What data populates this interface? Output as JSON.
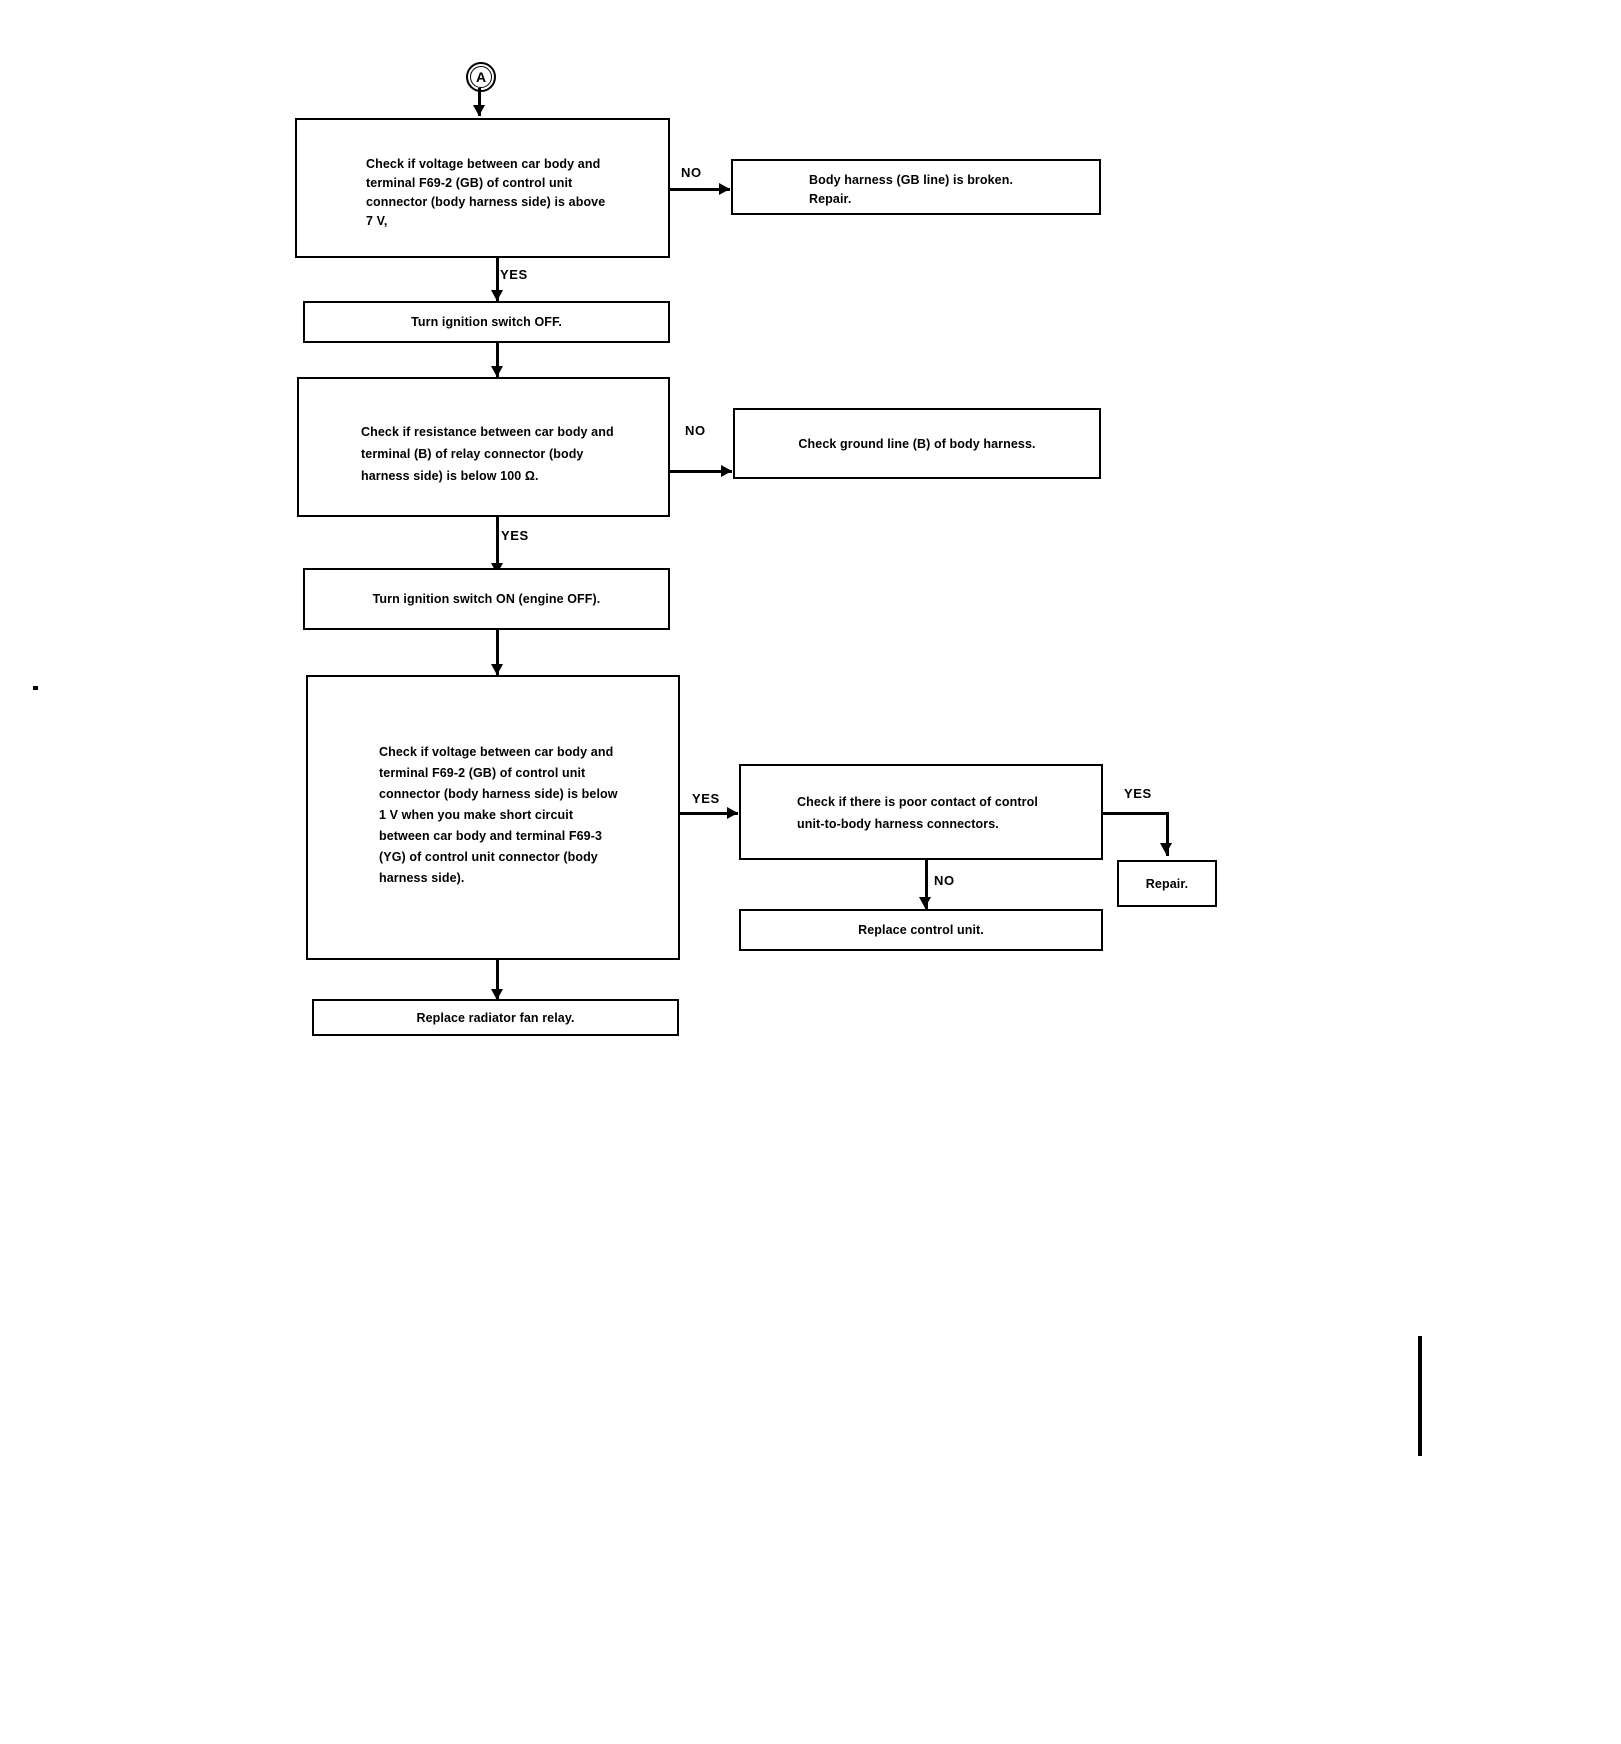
{
  "document": {
    "type": "troubleshooting-flowchart",
    "title": "Radiator fan relay / control unit diagnostic chart"
  },
  "connector_ref": {
    "label": "A",
    "name": "connector-a"
  },
  "nodes": {
    "check_voltage_gb": {
      "text": "Check if voltage between car body and\nterminal F69-2 (GB) of control unit\nconnector (body harness side) is above\n7 V,"
    },
    "harness_broken": {
      "text": "Body harness (GB line) is broken.\nRepair."
    },
    "ignition_off": {
      "text": "Turn ignition switch OFF."
    },
    "check_resistance": {
      "text": "Check if resistance between car body and\nterminal (B) of relay connector (body\nharness side) is below 100 Ω."
    },
    "check_ground_line": {
      "text": "Check ground line (B) of body harness."
    },
    "ignition_on": {
      "text": "Turn ignition switch ON (engine OFF)."
    },
    "check_voltage_short": {
      "text": "Check if voltage between car body and\nterminal F69-2 (GB) of control unit\nconnector (body harness side) is below\n1 V when you make short circuit\nbetween car body and terminal F69-3\n(YG) of control unit connector (body\nharness side)."
    },
    "check_poor_contact": {
      "text": "Check if there is poor contact of control\nunit-to-body harness connectors."
    },
    "repair": {
      "text": "Repair."
    },
    "replace_control_unit": {
      "text": "Replace control unit."
    },
    "replace_fan_relay": {
      "text": "Replace radiator fan relay."
    }
  },
  "branch_labels": {
    "no_1": "NO",
    "yes_1": "YES",
    "no_2": "NO",
    "yes_2": "YES",
    "yes_3": "YES",
    "yes_4": "YES",
    "no_3": "NO"
  }
}
